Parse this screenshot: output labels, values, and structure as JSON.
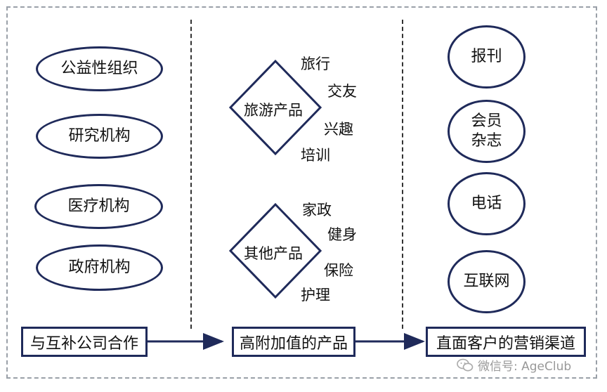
{
  "left": {
    "items": [
      "公益性组织",
      "研究机构",
      "医疗机构",
      "政府机构"
    ],
    "footer": "与互补公司合作"
  },
  "middle": {
    "groups": [
      {
        "label": "旅游产品",
        "items": [
          "旅行",
          "交友",
          "兴趣",
          "培训"
        ]
      },
      {
        "label": "其他产品",
        "items": [
          "家政",
          "健身",
          "保险",
          "护理"
        ]
      }
    ],
    "footer": "高附加值的产品"
  },
  "right": {
    "items": [
      {
        "line1": "报刊",
        "line2": ""
      },
      {
        "line1": "会员",
        "line2": "杂志"
      },
      {
        "line1": "电话",
        "line2": ""
      },
      {
        "line1": "互联网",
        "line2": ""
      }
    ],
    "footer": "直面客户的营销渠道"
  },
  "watermark": "微信号: AgeClub",
  "colors": {
    "border": "#1f2a5a",
    "divider": "#333333",
    "frame": "#9aa0a8"
  }
}
